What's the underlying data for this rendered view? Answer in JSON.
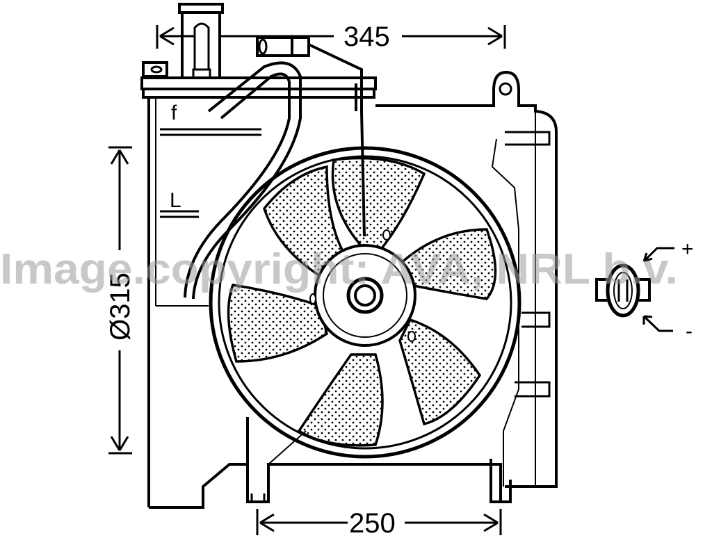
{
  "diagram": {
    "subject": "Radiator cooling fan assembly with shroud and expansion tank",
    "dimensions": {
      "width_top": "345",
      "width_bottom": "250",
      "fan_diameter": "Ø315"
    },
    "tank_labels": {
      "full_mark": "f",
      "low_mark": "L"
    },
    "connector": {
      "positive": "+",
      "negative": "-"
    },
    "watermark": "Image.copyright: AVA, NRL b.v."
  },
  "colors": {
    "line": "#000000",
    "background": "#ffffff",
    "watermark": "#9a9a9a"
  }
}
